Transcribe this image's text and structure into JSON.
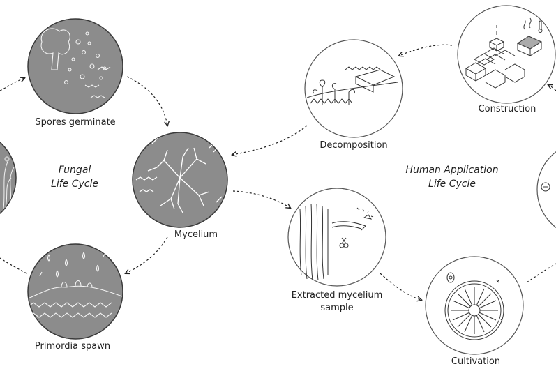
{
  "fungal_cycle": {
    "title_line1": "Fungal",
    "title_line2": "Life Cycle",
    "stages": {
      "spores": "Spores germinate",
      "mycelium": "Mycelium",
      "primordia": "Primordia spawn"
    }
  },
  "human_cycle": {
    "title_line1": "Human Application",
    "title_line2": "Life Cycle",
    "stages": {
      "construction": "Construction",
      "decomposition": "Decomposition",
      "extracted_line1": "Extracted mycelium",
      "extracted_line2": "sample",
      "cultivation": "Cultivation"
    }
  },
  "colors": {
    "fungal_fill": "#8c8c8c",
    "fungal_stroke": "#3a3a3a",
    "human_fill": "#ffffff",
    "arrow": "#222222"
  }
}
